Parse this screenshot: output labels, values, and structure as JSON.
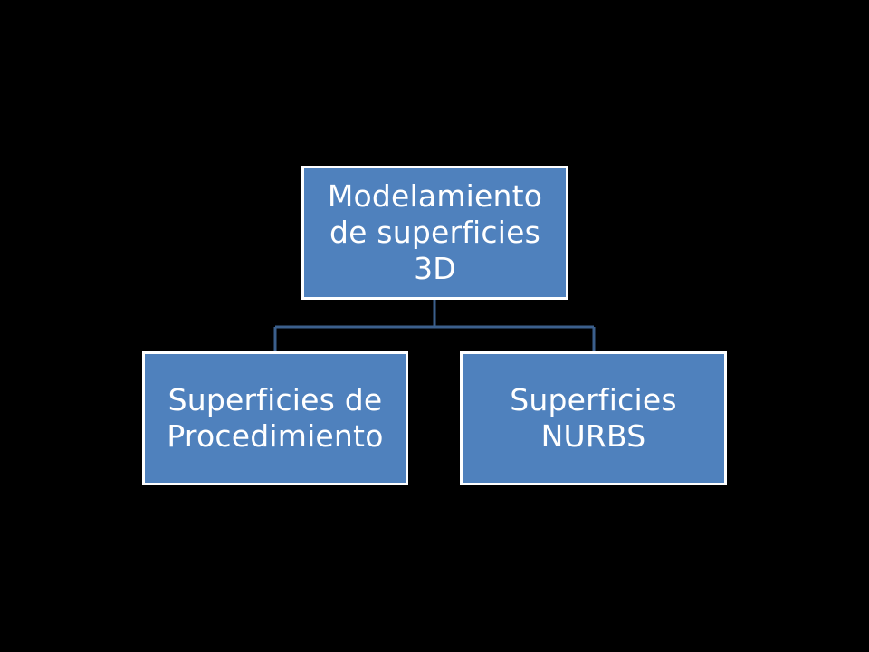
{
  "diagram": {
    "type": "hierarchy",
    "colors": {
      "background": "#000000",
      "node_fill": "#4f81bd",
      "node_border": "#ffffff",
      "connector": "#3b5f8c",
      "text": "#ffffff"
    },
    "root": {
      "label": "Modelamiento\nde superficies\n3D"
    },
    "children": [
      {
        "label": "Superficies de\nProcedimiento"
      },
      {
        "label": "Superficies\nNURBS"
      }
    ]
  }
}
